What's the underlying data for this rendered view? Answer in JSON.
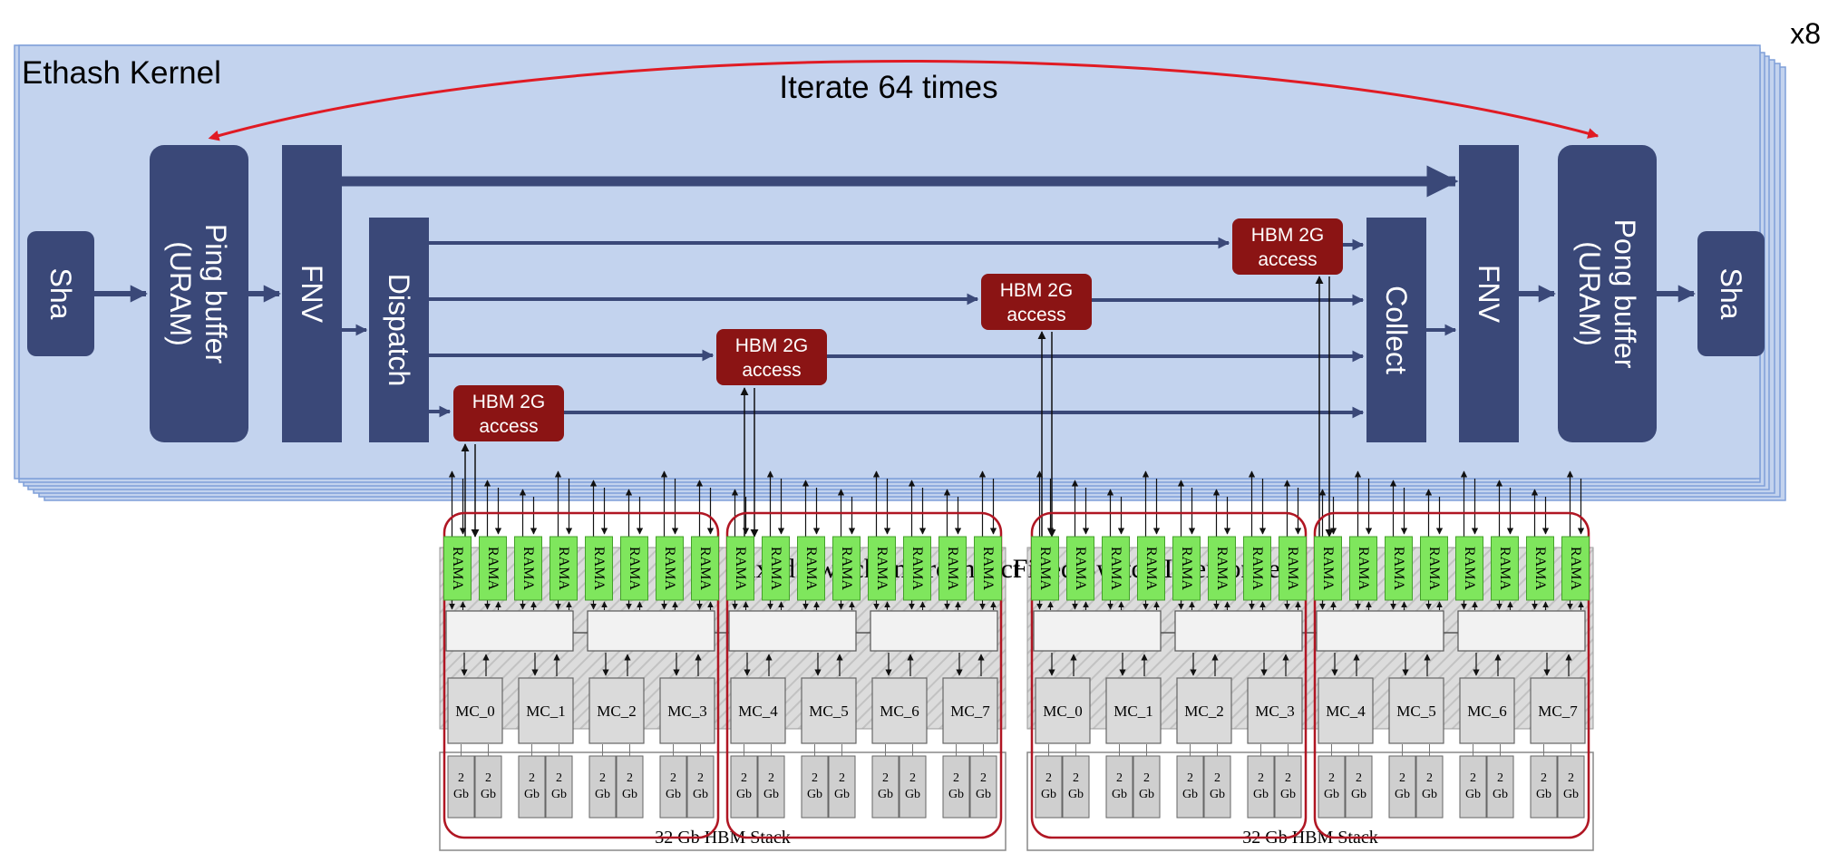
{
  "title": "Ethash Kernel",
  "replication_label": "x8",
  "iterate_label": "Iterate 64 times",
  "kernel_blocks": {
    "sha_left": "Sha",
    "ping_buffer": [
      "Ping buffer",
      "(URAM)"
    ],
    "fnv_left": "FNV",
    "dispatch": "Dispatch",
    "collect": "Collect",
    "fnv_right": "FNV",
    "pong_buffer": [
      "Pong buffer",
      "(URAM)"
    ],
    "sha_right": "Sha"
  },
  "hbm_access": [
    "HBM 2G",
    "access"
  ],
  "ram_label": "RAMA",
  "switch_label": "Fixed Switch Interconnect",
  "mc_labels": [
    "MC_0",
    "MC_1",
    "MC_2",
    "MC_3",
    "MC_4",
    "MC_5",
    "MC_6",
    "MC_7"
  ],
  "gb_label": [
    "2",
    "Gb"
  ],
  "hbm_stack_label": "32 Gb HBM Stack",
  "colors": {
    "kernel_bg": "#c3d3ee",
    "kernel_border": "#7f9fd9",
    "block": "#3a4878",
    "hbm_access": "#8b1414",
    "ram": "#7fe65d",
    "iterate_arrow": "#e01b24",
    "group_outline": "#b01623"
  }
}
